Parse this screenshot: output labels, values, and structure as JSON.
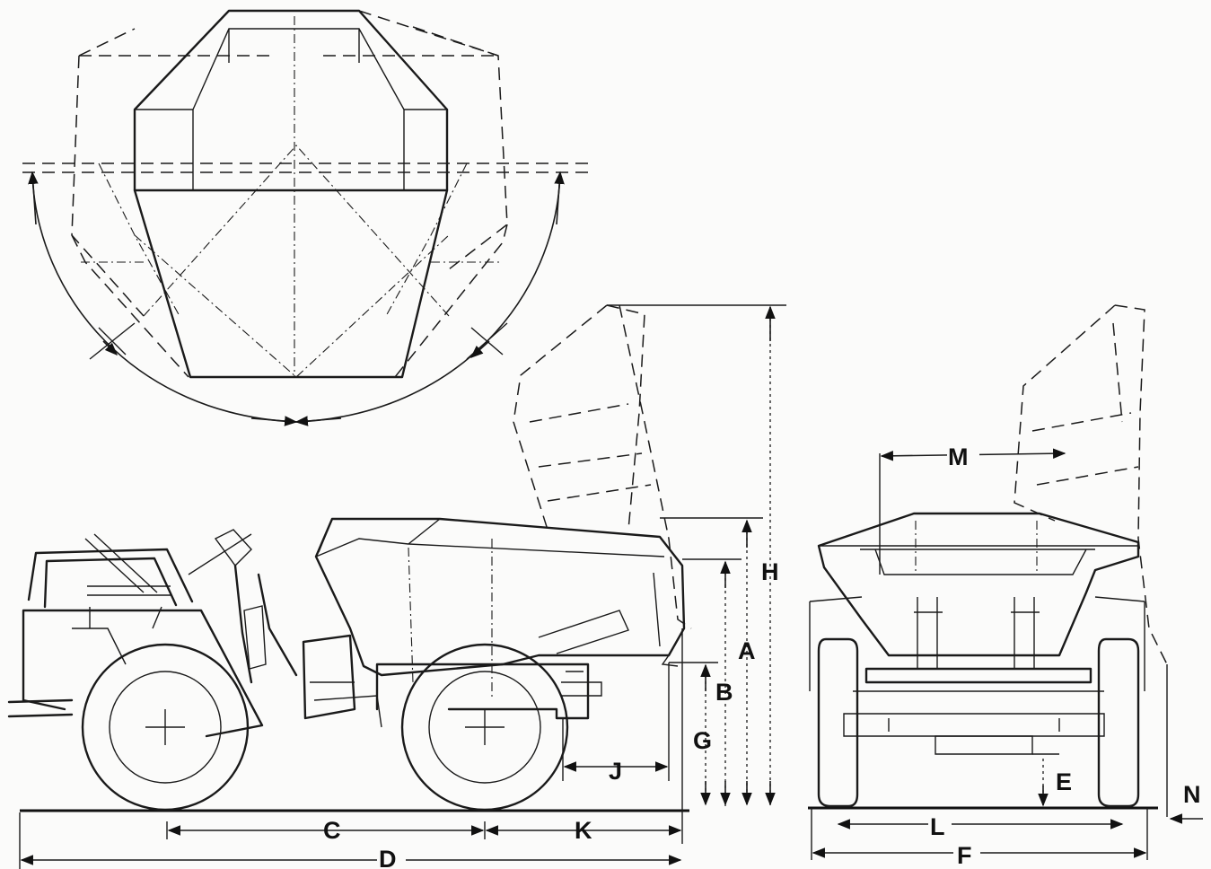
{
  "diagram": {
    "background": "#fbfbfa",
    "line_color": "#1a1a1a",
    "dimension_labels": {
      "A": "A",
      "B": "B",
      "C": "C",
      "D": "D",
      "E": "E",
      "F": "F",
      "G": "G",
      "H": "H",
      "J": "J",
      "K": "K",
      "L": "L",
      "M": "M",
      "N": "N"
    }
  }
}
